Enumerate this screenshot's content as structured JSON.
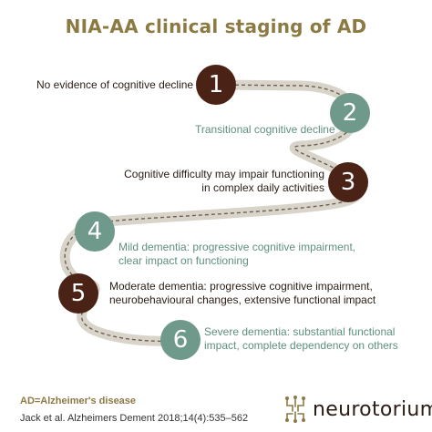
{
  "title": "NIA-AA clinical staging of AD",
  "colors": {
    "title": "#8c7a43",
    "dark": "#4a2216",
    "teal": "#6f9a8b",
    "road": "#d9d4ca",
    "road_dash": "#6b6052",
    "text_dark": "#2b1d16",
    "text_teal": "#5f8f80",
    "footer_gold": "#8c7a43",
    "footer_text": "#333333"
  },
  "stages": [
    {
      "number": "1",
      "label": "No evidence of cognitive decline",
      "style": "dark"
    },
    {
      "number": "2",
      "label": "Transitional cognitive decline",
      "style": "teal"
    },
    {
      "number": "3",
      "label": "Cognitive difficulty may impair functioning\nin complex daily activities",
      "style": "dark"
    },
    {
      "number": "4",
      "label": "Mild dementia: progressive cognitive impairment,\nclear impact on functioning",
      "style": "teal"
    },
    {
      "number": "5",
      "label": "Moderate dementia: progressive cognitive impairment,\nneurobehavioural changes, extensive functional impact",
      "style": "dark"
    },
    {
      "number": "6",
      "label": "Severe dementia: substantial functional\nimpact, complete dependency on others",
      "style": "teal"
    }
  ],
  "footer": {
    "abbreviation": "AD=Alzheimer's disease",
    "citation": "Jack et al. Alzheimers Dement 2018;14(4):535–562"
  },
  "logo": {
    "text": "neurotorium",
    "icon": "brain-circuit-icon"
  }
}
